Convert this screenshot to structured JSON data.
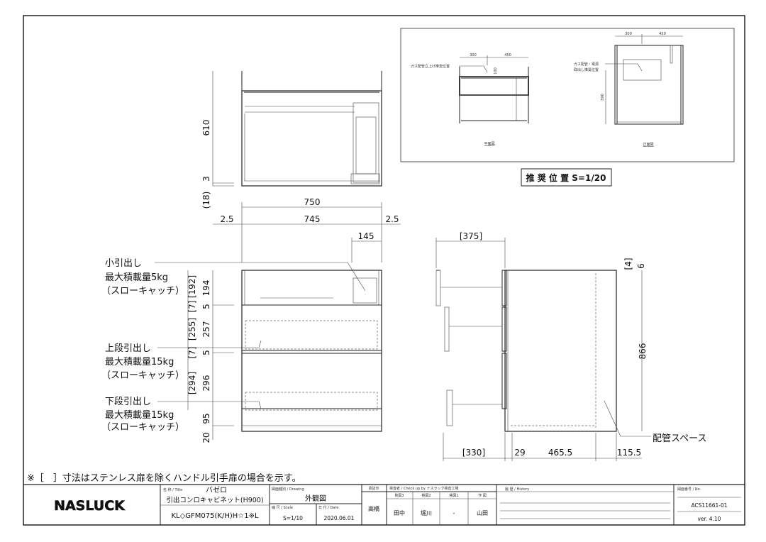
{
  "note": "※［　］寸法はステンレス扉を除くハンドル引手扉の場合を示す。",
  "top_view": {
    "dims": {
      "depth": "610",
      "top": "3",
      "bottom": "(18)"
    }
  },
  "width_dims": {
    "overall": "750",
    "left_gap": "2.5",
    "inner": "745",
    "right_gap": "2.5",
    "small_drawer": "145"
  },
  "front_view": {
    "labels": [
      {
        "name": "小引出し",
        "load": "最大積載量5kg",
        "type": "（スローキャッチ）"
      },
      {
        "name": "上段引出し",
        "load": "最大積載量15kg",
        "type": "（スローキャッチ）"
      },
      {
        "name": "下段引出し",
        "load": "最大積載量15kg",
        "type": "（スローキャッチ）"
      }
    ],
    "dims": {
      "d1_alt": "[192]",
      "d1": "194",
      "g1_alt": "[7]",
      "g1": "5",
      "d2_alt": "[255]",
      "d2": "257",
      "g2_alt": "[7]",
      "g2": "5",
      "d3_alt": "[294]",
      "d3": "296",
      "plinth": "95",
      "bottom": "20"
    }
  },
  "side_view": {
    "dims": {
      "drawer_depth": "[375]",
      "top_alt": "[4]",
      "top": "6",
      "height": "866",
      "drawer_bottom": "[330]",
      "door": "29",
      "body": "465.5",
      "pipe": "115.5"
    },
    "pipe_label": "配管スペース"
  },
  "inset": {
    "plan": {
      "dim_a": "300",
      "dim_b": "450",
      "dim_c": "100",
      "callout": "ガス配管立上げ推奨位置",
      "caption": "平面図"
    },
    "front": {
      "dim_a": "300",
      "dim_b": "450",
      "dim_h": "590",
      "callout1": "ガス配管・電源",
      "callout2": "取出し推奨位置",
      "caption": "正面図"
    },
    "title": "推 奨 位 置  S=1/20"
  },
  "title_block": {
    "logo": "NASLUCK",
    "title_label": "名 称 / Title",
    "series": "バゼロ",
    "product": "引出コンロキャビネット(H900)",
    "model": "KL◇GFM075(K/H)H☆1※L",
    "drawing_label": "図面種別 / Drawing",
    "drawing": "外観図",
    "scale_label": "縮 尺 / Scale",
    "scale": "S=1/10",
    "date_label": "日 付 / Date",
    "date": "2020.06.01",
    "approval_label": "承認印",
    "approver": "高橋",
    "check_label": "検査者 / Check up by ナスラック検査工場",
    "checkers": [
      {
        "role": "検図3",
        "name": "田中"
      },
      {
        "role": "検図2",
        "name": "堀川"
      },
      {
        "role": "検図1",
        "name": "-"
      },
      {
        "role": "作 図",
        "name": "山田"
      }
    ],
    "history_label": "履 歴 / History",
    "number_label": "図面番号 / No.",
    "number": "ACS11661-01",
    "version": "ver. 4.10"
  }
}
